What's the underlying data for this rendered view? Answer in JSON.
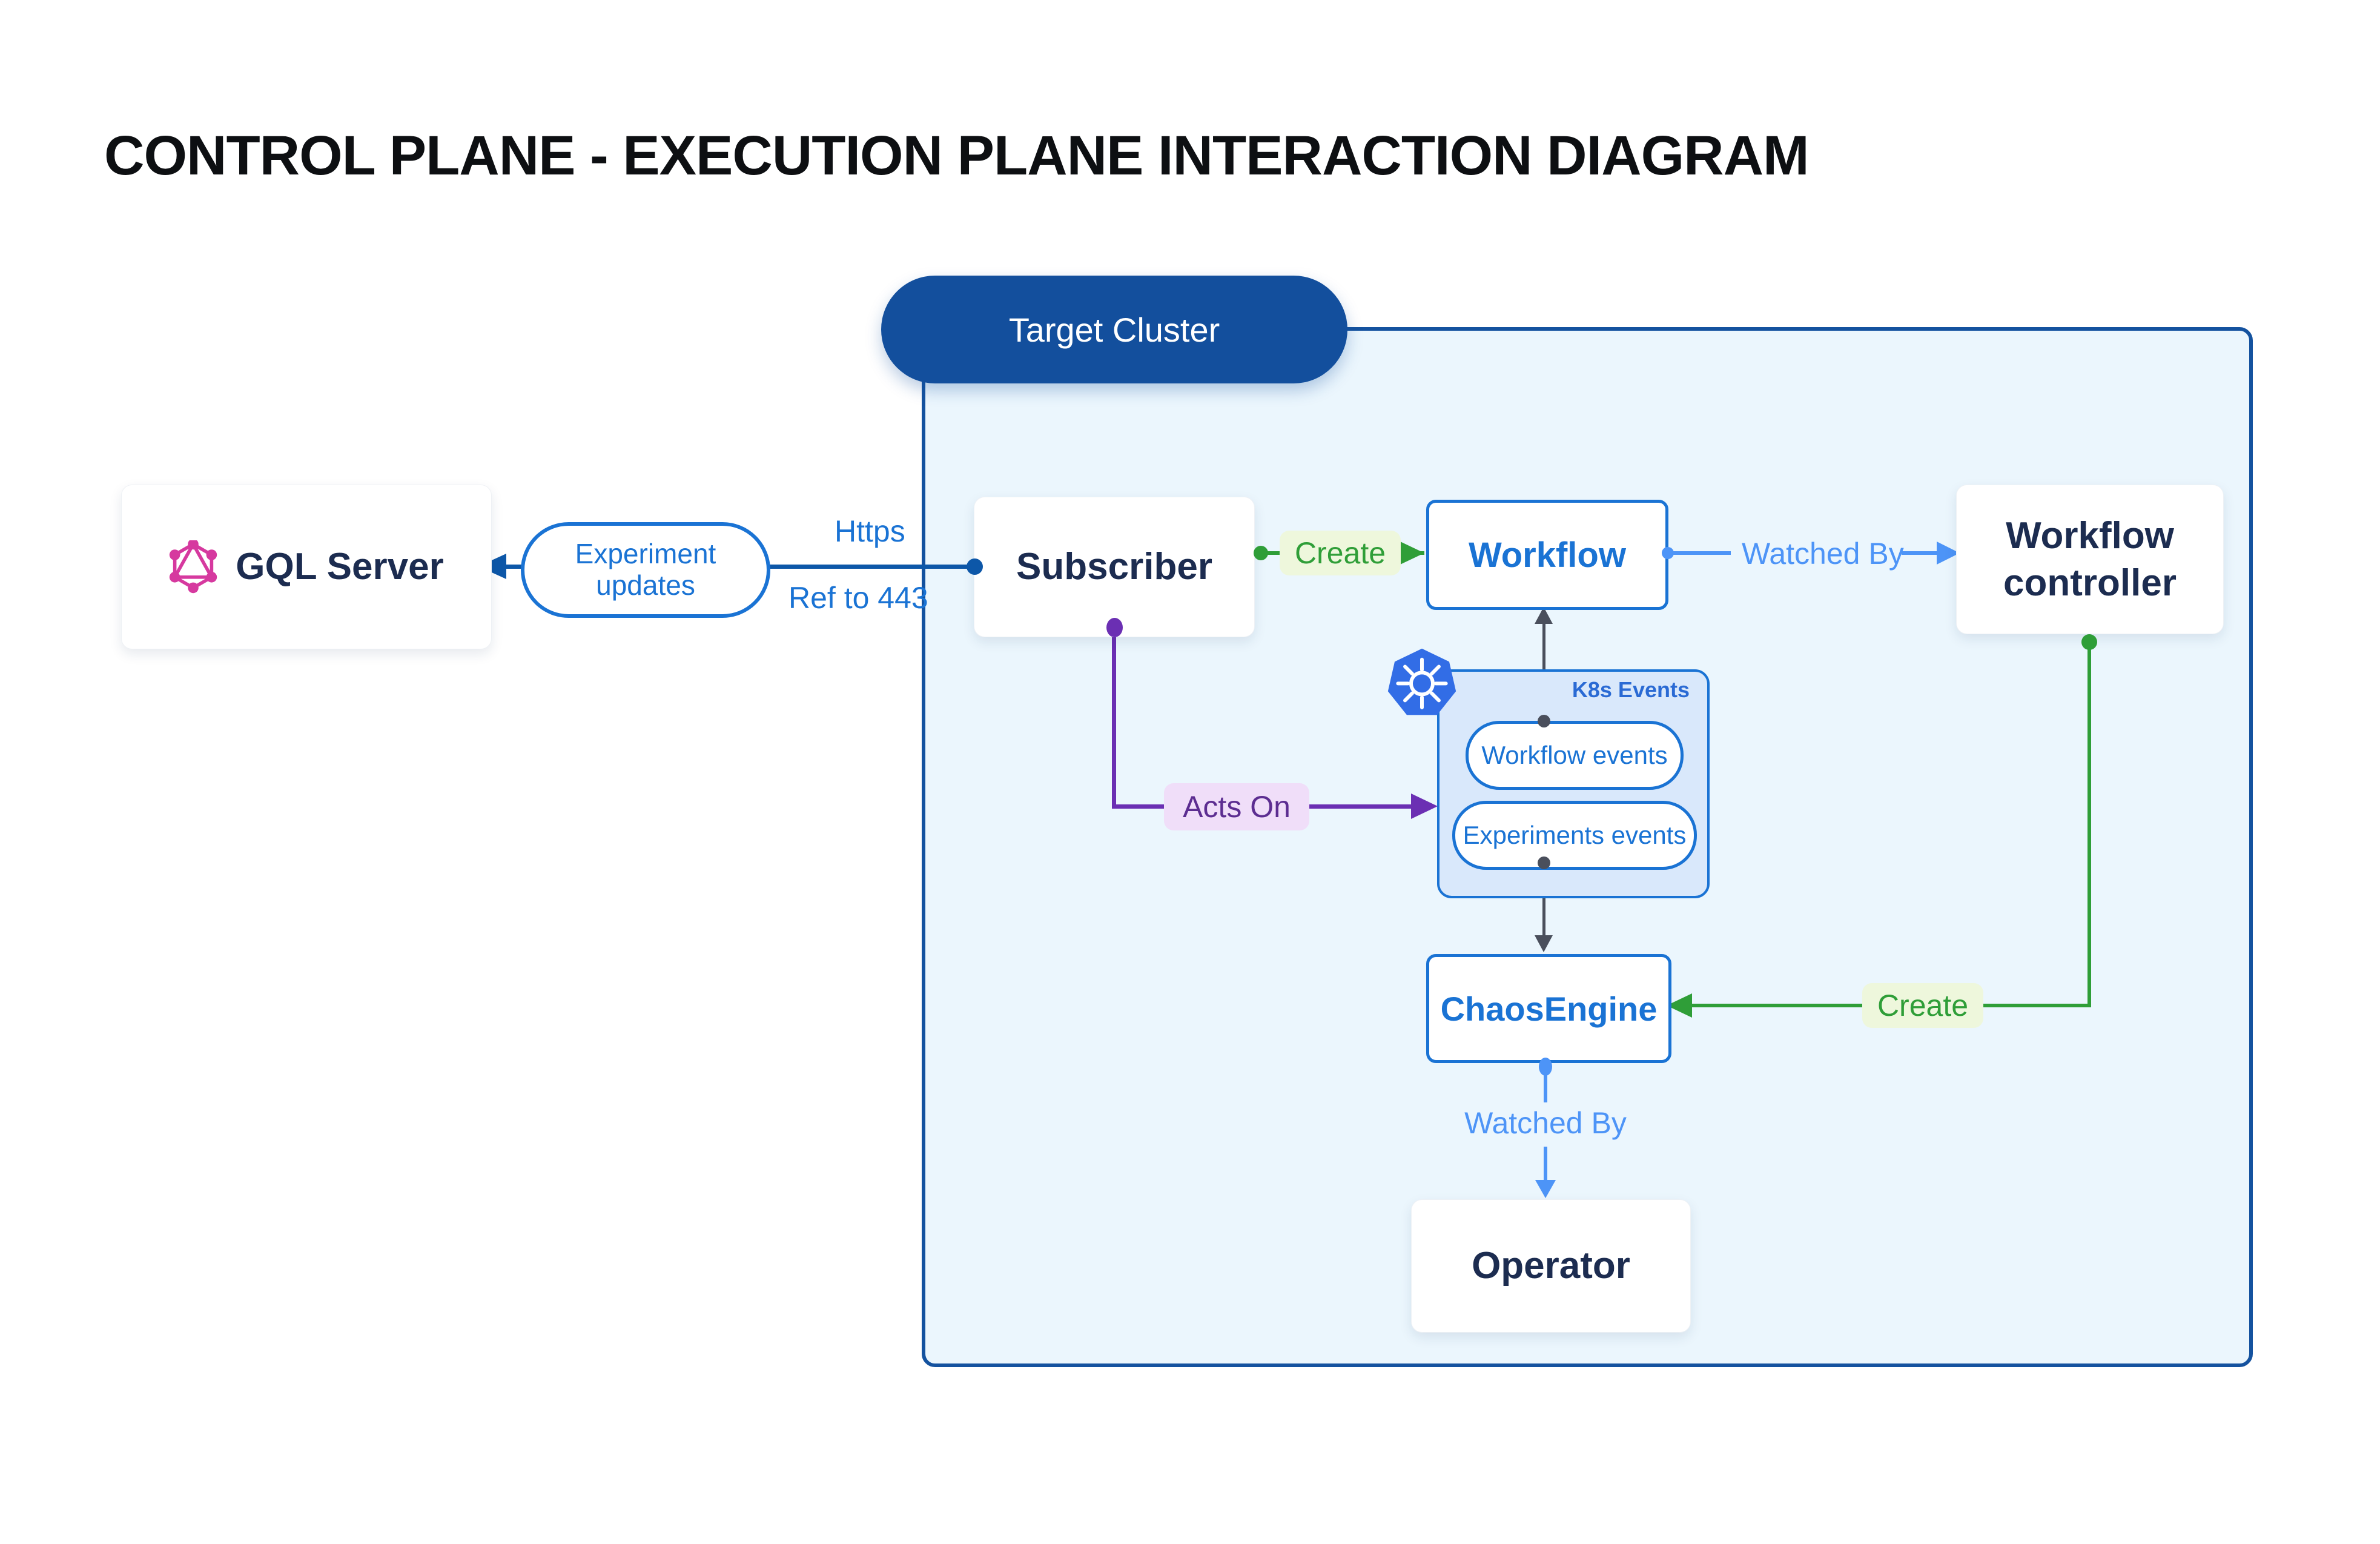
{
  "title": "CONTROL PLANE - EXECUTION PLANE INTERACTION DIAGRAM",
  "cluster": {
    "label": "Target Cluster"
  },
  "nodes": {
    "gql": {
      "label": "GQL Server"
    },
    "subscriber": {
      "label": "Subscriber"
    },
    "workflow": {
      "label": "Workflow"
    },
    "controller": {
      "label": "Workflow controller"
    },
    "chaosengine": {
      "label": "ChaosEngine"
    },
    "operator": {
      "label": "Operator"
    }
  },
  "k8s": {
    "label": "K8s Events",
    "pills": [
      "Workflow events",
      "Experiments events"
    ]
  },
  "edges": {
    "experiment_updates": "Experiment updates",
    "https": "Https",
    "ref443": "Ref to 443",
    "create_workflow": "Create",
    "watched_by_controller": "Watched By",
    "acts_on": "Acts On",
    "create_chaos": "Create",
    "watched_by_operator": "Watched By"
  },
  "colors": {
    "primary_blue": "#1a73d4",
    "dark_blue": "#14529f",
    "pill_blue": "#134f9d",
    "light_blue": "#4d94f7",
    "green": "#2f9e38",
    "green_bg": "#eef7dc",
    "purple": "#6b2fb3",
    "purple_bg": "#f0def9",
    "gray": "#4a4f5c",
    "navy_text": "#1c2c50",
    "cluster_bg": "#ebf6fd",
    "k8s_box_bg": "#d9e8fb",
    "graphql_pink": "#d6399f",
    "k8s_blue": "#326de6"
  }
}
